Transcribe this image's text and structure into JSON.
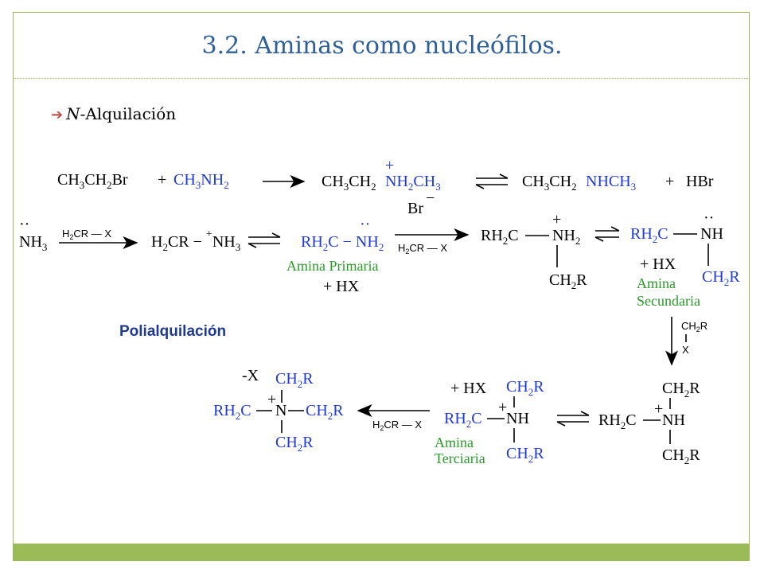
{
  "slide": {
    "title": "3.2. Aminas como nucleófilos.",
    "bullet_prefix": "N",
    "bullet_suffix": "-Alquilación",
    "accent_color": "#9bbb59",
    "title_color": "#2f5f98"
  },
  "diagram": {
    "r1_reactant_a": "CH3CH2Br",
    "r1_plus": "+",
    "r1_reactant_b": "CH3NH2",
    "r1_product_left": "CH3CH2",
    "r1_product_mid": "NH2CH3",
    "r1_counter_ion": "Br",
    "r1_final_left": "CH3CH2",
    "r1_final_mid": "NHCH3",
    "r1_final_plus": "+",
    "r1_final_acid": "HBr",
    "r2_start": "NH3",
    "reagent": "H2CR − X",
    "r2_salt": "H2CR − NH3",
    "primary_amine_label": "Amina Primaria",
    "plus_hx": "+ HX",
    "secondary_amine_label_1": "Amina",
    "secondary_amine_label_2": "Secundaria",
    "tertiary_amine_label_1": "Amina",
    "tertiary_amine_label_2": "Terciaria",
    "polyalkylation_label": "Polialquilación",
    "minus_x": "-X",
    "group_rh2c": "RH2C",
    "group_ch2r": "CH2R",
    "group_nh": "NH",
    "group_nh2": "NH2",
    "group_n": "N",
    "color_blue": "#1f3ad8",
    "color_green": "#2a9a2a"
  }
}
